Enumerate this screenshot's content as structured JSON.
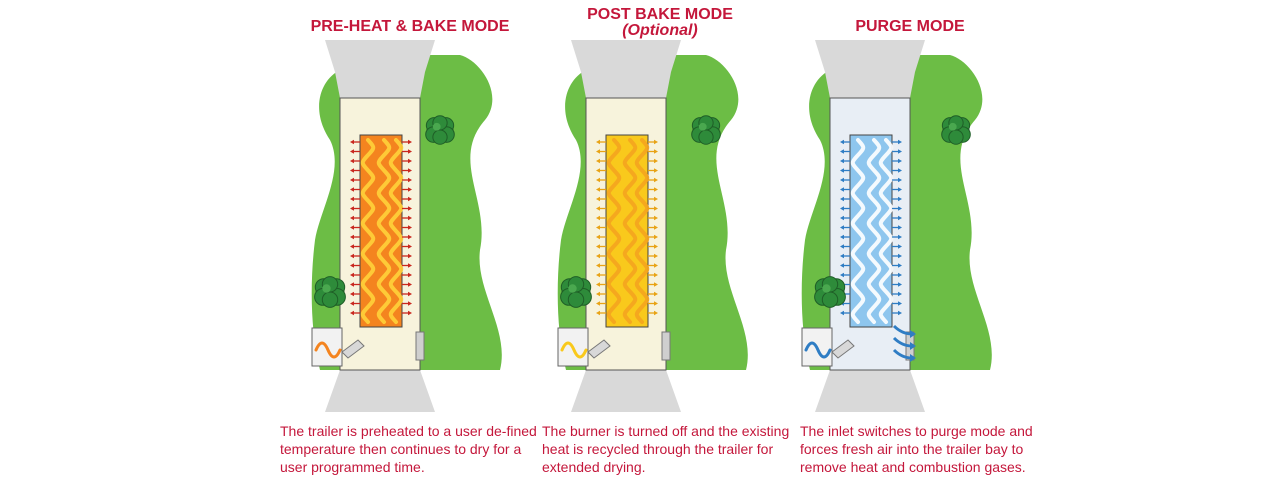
{
  "colors": {
    "title_red": "#c4173b",
    "grass_green": "#6cbd45",
    "tree_green": "#2e8b3a",
    "chamber_cream": "#f7f3dc",
    "chamber_blue": "#e8eef5",
    "pavement_gray": "#d9d9d9",
    "bake_flame": "#f4841f",
    "post_flame": "#f9c91c",
    "purge_air": "#8ec6ee",
    "bake_arrow": "#c9281f",
    "post_arrow": "#e8a315",
    "purge_arrow": "#2f7dc4"
  },
  "modes": [
    {
      "id": "preheat-bake",
      "title": "PRE-HEAT & BAKE MODE",
      "subtitle": "",
      "description": "The trailer is preheated to a user de-fined temperature then continues to dry for a user programmed time.",
      "flow": "heat"
    },
    {
      "id": "post-bake",
      "title": "POST BAKE MODE",
      "subtitle": "(Optional)",
      "description": "The burner is turned off and the existing heat is recycled through the trailer for extended drying.",
      "flow": "recycle"
    },
    {
      "id": "purge",
      "title": "PURGE MODE",
      "subtitle": "",
      "description": "The inlet switches to purge mode and forces fresh air into the trailer bay to remove heat and combustion gases.",
      "flow": "air"
    }
  ]
}
